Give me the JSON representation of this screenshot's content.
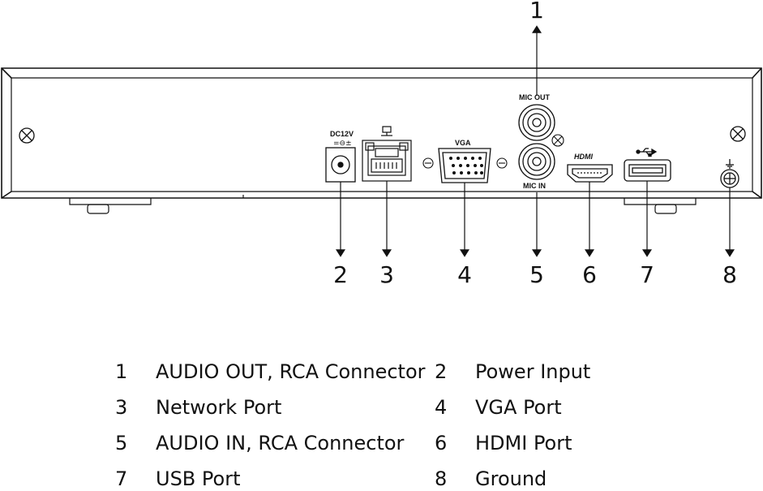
{
  "callouts": [
    {
      "number": "1"
    },
    {
      "number": "2"
    },
    {
      "number": "3"
    },
    {
      "number": "4"
    },
    {
      "number": "5"
    },
    {
      "number": "6"
    },
    {
      "number": "7"
    },
    {
      "number": "8"
    }
  ],
  "port_labels": {
    "mic_out": "MIC OUT",
    "mic_in": "MIC IN",
    "vga": "VGA",
    "dc": "DC12V",
    "hdmi": "HDMI"
  },
  "legend": [
    {
      "number": "1",
      "text": "AUDIO OUT, RCA Connector"
    },
    {
      "number": "2",
      "text": "Power Input"
    },
    {
      "number": "3",
      "text": "Network Port"
    },
    {
      "number": "4",
      "text": "VGA Port"
    },
    {
      "number": "5",
      "text": "AUDIO IN, RCA Connector"
    },
    {
      "number": "6",
      "text": "HDMI Port"
    },
    {
      "number": "7",
      "text": "USB Port"
    },
    {
      "number": "8",
      "text": "Ground"
    }
  ]
}
